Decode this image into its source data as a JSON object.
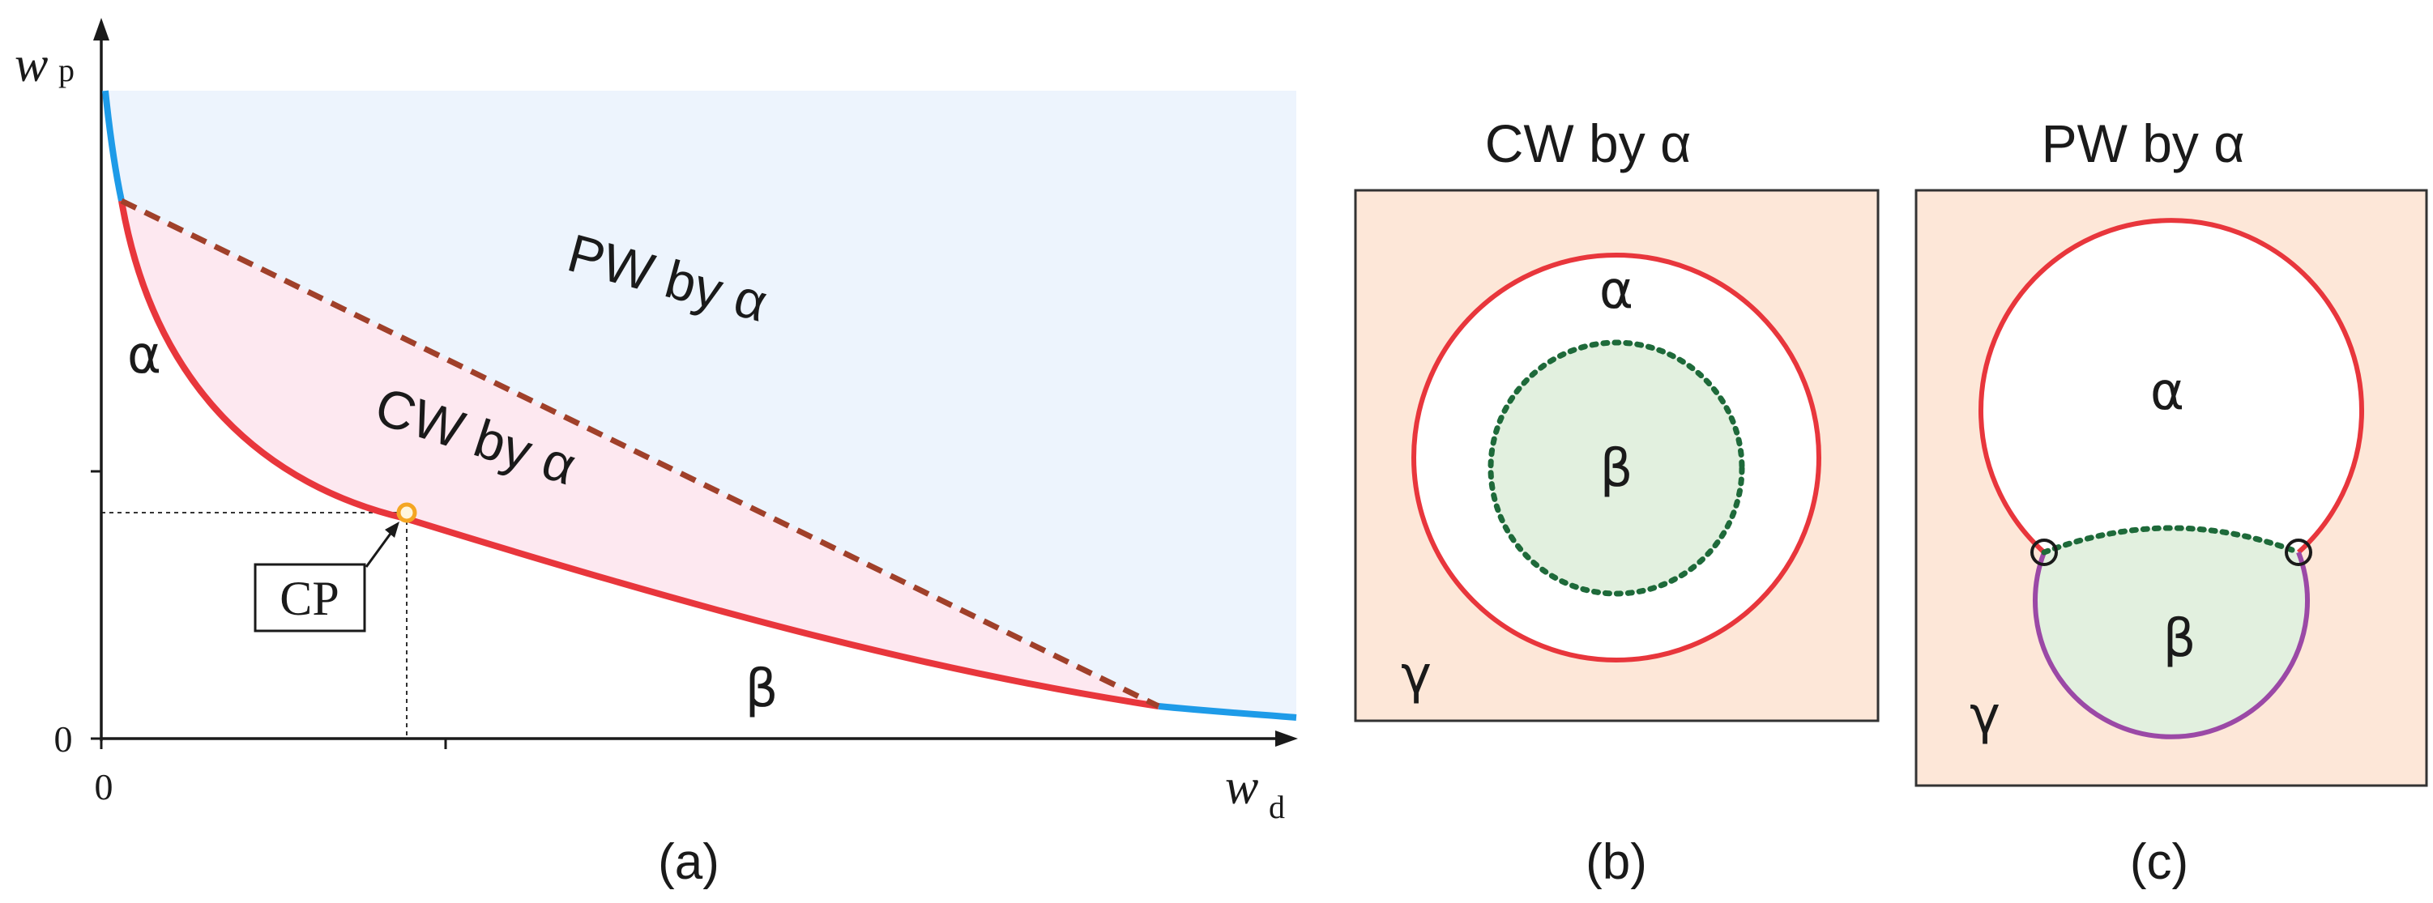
{
  "panel_a": {
    "caption": "(a)",
    "y_axis_symbol": "w",
    "y_axis_subscript": "p",
    "x_axis_symbol": "w",
    "x_axis_subscript": "d",
    "x_origin_label": "0",
    "y_origin_label": "0",
    "region_upper_label": "PW by α",
    "region_middle_label": "CW by α",
    "curve_upper_label": "α",
    "curve_lower_label": "β",
    "point_label": "CP"
  },
  "panel_b": {
    "caption": "(b)",
    "title": "CW by α",
    "outer_label": "α",
    "inner_label": "β",
    "background_label": "γ"
  },
  "panel_c": {
    "caption": "(c)",
    "title": "PW by α",
    "upper_label": "α",
    "lower_label": "β",
    "background_label": "γ"
  },
  "colors": {
    "alpha_curve": "#e8363c",
    "blue_curve": "#1e9be8",
    "dashed_line": "#a0402a",
    "region_pw": "#edf4fd",
    "region_cw": "#fde8f0",
    "beta_fill": "#e2f0df",
    "beta_dots": "#1e6a3a",
    "gamma_bg": "#fde7d8",
    "purple_curve": "#9b49a6",
    "cp_point": "#f4a623"
  }
}
